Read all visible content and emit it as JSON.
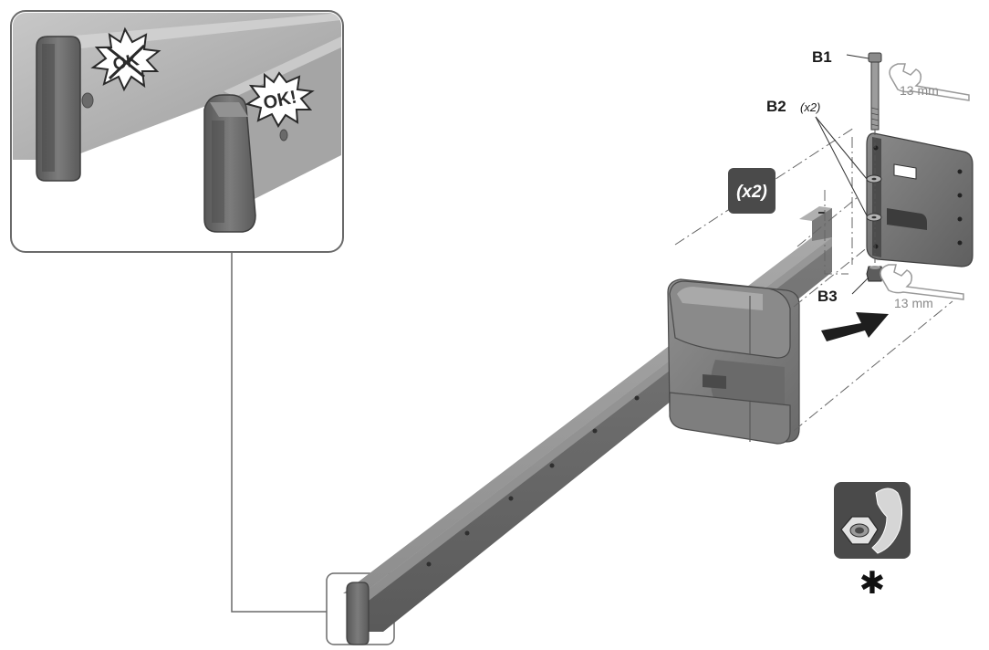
{
  "labels": {
    "b1": "B1",
    "b2": "B2",
    "b2_qty": "(x2)",
    "b3": "B3",
    "wrench_size_top": "13 mm",
    "wrench_size_bottom": "13 mm",
    "quantity_badge": "(x2)",
    "burst_wrong": "OK",
    "burst_ok": "OK!",
    "note_marker": "✱"
  },
  "icons": {
    "wrench_top": "open-end-wrench-icon",
    "wrench_bottom": "open-end-wrench-icon",
    "tighten": "tighten-nut-by-hand-icon",
    "direction_arrow": "push-direction-arrow-icon"
  },
  "colors": {
    "metal": "#8d8d8d",
    "metal_dark": "#5e5e5e",
    "metal_light": "#b4b4b4",
    "cap": "#6e6e6e",
    "badge": "#4a4a4a",
    "line": "#555555"
  }
}
